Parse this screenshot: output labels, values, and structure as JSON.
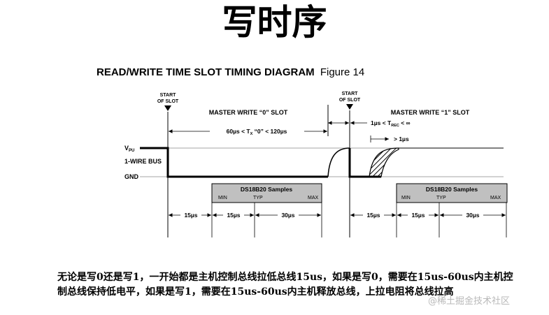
{
  "slide": {
    "title": "写时序",
    "caption": "无论是写0还是写1，一开始都是主机控制总线拉低总线15us，如果是写0，需要在15us-60us内主机控制总线保持低电平，如果是写1，需要在15us-60us内主机释放总线，上拉电阻将总线拉高",
    "watermark": "@稀土掘金技术社区"
  },
  "diagram": {
    "title_bold": "READ/WRITE TIME SLOT TIMING DIAGRAM",
    "title_figure": "Figure 14",
    "start_of_slot_line1": "START",
    "start_of_slot_line2": "OF SLOT",
    "signal_labels": {
      "vpu_main": "V",
      "vpu_sub": "PU",
      "bus": "1-WIRE BUS",
      "gnd": "GND"
    },
    "write0": {
      "label": "MASTER WRITE “0” SLOT",
      "timing_a": "60µs < T",
      "timing_sub": "X",
      "timing_b": " “0” < 120µs",
      "samples_title": "DS18B20  Samples",
      "min": "MIN",
      "typ": "TYP",
      "max": "MAX",
      "durations": [
        "15µs",
        "15µs",
        "30µs"
      ]
    },
    "write1": {
      "label": "MASTER WRITE “1” SLOT",
      "timing_a": "1µs < T",
      "timing_sub": "REC",
      "timing_b": " < ∞",
      "release": "> 1µs",
      "samples_title": "DS18B20  Samples",
      "min": "MIN",
      "typ": "TYP",
      "max": "MAX",
      "durations": [
        "15µs",
        "15µs",
        "30µs"
      ]
    },
    "colors": {
      "sample_box": "#c0c0c0",
      "line": "#000000",
      "grid": "#777777"
    }
  }
}
